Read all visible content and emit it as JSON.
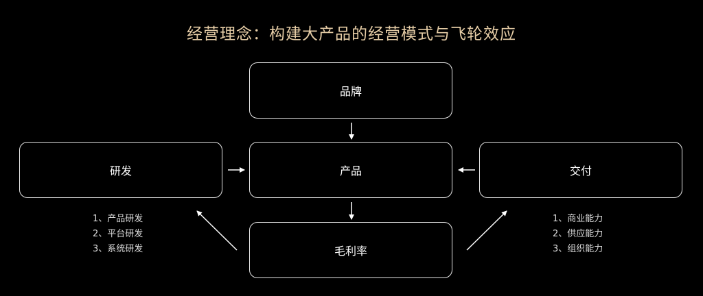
{
  "title": "经营理念：构建大产品的经营模式与飞轮效应",
  "nodes": {
    "brand": "品牌",
    "rnd": "研发",
    "product": "产品",
    "delivery": "交付",
    "margin": "毛利率"
  },
  "rnd_items": [
    "1、产品研发",
    "2、平台研发",
    "3、系统研发"
  ],
  "delivery_items": [
    "1、商业能力",
    "2、供应能力",
    "3、组织能力"
  ],
  "colors": {
    "title": "#e6cda6",
    "background": "#000000"
  }
}
